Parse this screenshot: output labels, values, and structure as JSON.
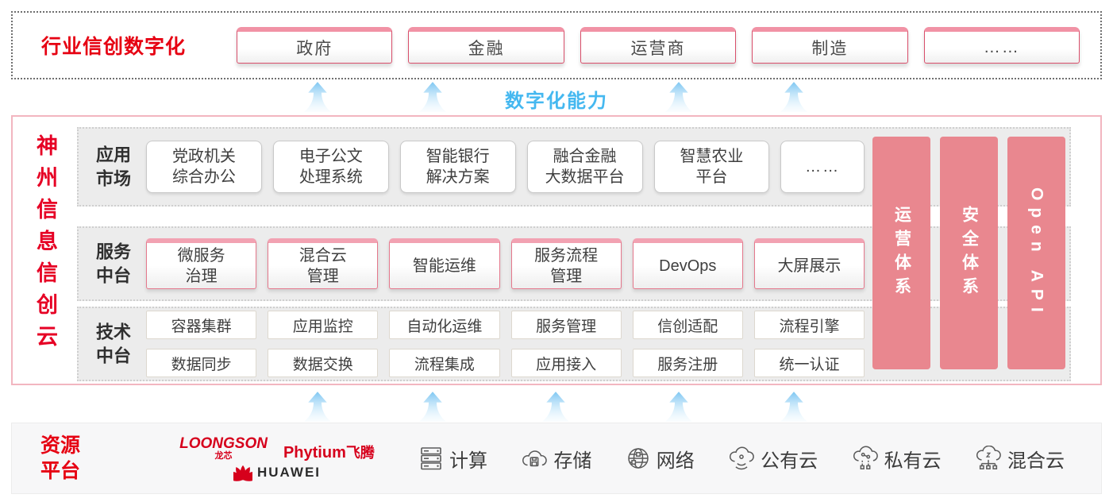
{
  "colors": {
    "accent_red": "#e60012",
    "title_red": "#e60024",
    "pillar_pink": "#e9878f",
    "capability_blue": "#45b8f0",
    "main_border_pink": "#f2b6c0",
    "box_cap_pink": "#f2a2b2",
    "row_gray": "#ececec"
  },
  "top_band": {
    "label": "行业信创数字化",
    "industries": [
      "政府",
      "金融",
      "运营商",
      "制造",
      "……"
    ]
  },
  "capability": {
    "label": "数字化能力"
  },
  "platform": {
    "title": "神州信息信创云",
    "rows": [
      {
        "label": "应用\n市场",
        "items": [
          "党政机关\n综合办公",
          "电子公文\n处理系统",
          "智能银行\n解决方案",
          "融合金融\n大数据平台",
          "智慧农业\n平台",
          "……"
        ]
      },
      {
        "label": "服务\n中台",
        "items": [
          "微服务\n治理",
          "混合云\n管理",
          "智能运维",
          "服务流程\n管理",
          "DevOps",
          "大屏展示"
        ]
      },
      {
        "label": "技术\n中台",
        "grid": [
          [
            "容器集群",
            "应用监控",
            "自动化运维",
            "服务管理",
            "信创适配",
            "流程引擎"
          ],
          [
            "数据同步",
            "数据交换",
            "流程集成",
            "应用接入",
            "服务注册",
            "统一认证"
          ]
        ]
      }
    ],
    "pillars": [
      "运营体系",
      "安全体系",
      "Open API"
    ]
  },
  "resources": {
    "label": "资源\n平台",
    "vendors": {
      "loongson": {
        "name": "LOONGSON",
        "sub": "龙芯"
      },
      "phytium": {
        "name": "Phytium",
        "sub": "飞腾"
      },
      "huawei": {
        "name": "HUAWEI",
        "logo_icon": "huawei-flower-icon"
      }
    },
    "items": [
      {
        "icon": "server-icon",
        "label": "计算"
      },
      {
        "icon": "storage-icon",
        "label": "存储"
      },
      {
        "icon": "network-icon",
        "label": "网络"
      },
      {
        "icon": "public-cloud-icon",
        "label": "公有云"
      },
      {
        "icon": "private-cloud-icon",
        "label": "私有云"
      },
      {
        "icon": "hybrid-cloud-icon",
        "label": "混合云"
      }
    ]
  }
}
